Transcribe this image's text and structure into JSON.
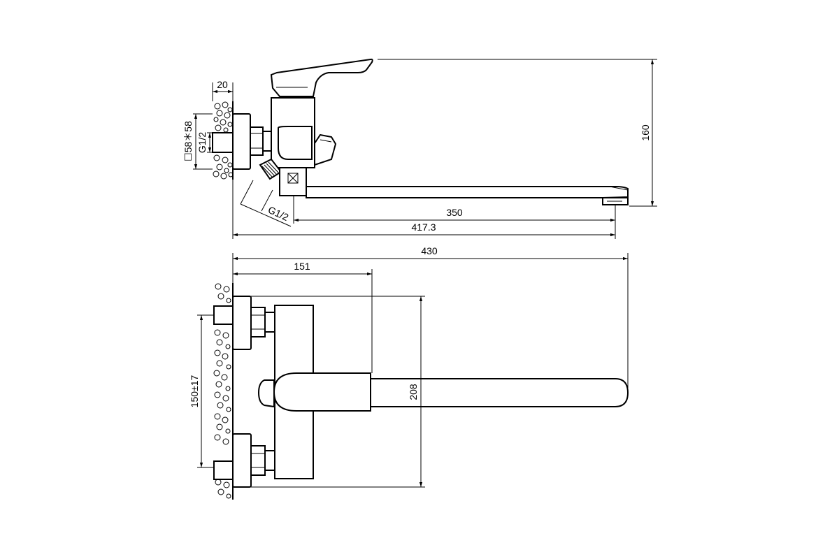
{
  "side_view": {
    "flange_width": "20",
    "flange_size": "☐58＊58",
    "inlet_thread": "G1/2",
    "outlet_thread": "G1/2",
    "spout_reach": "350",
    "total_reach": "417.3",
    "height": "160"
  },
  "top_view": {
    "overall_length": "430",
    "body_offset": "151",
    "depth": "208",
    "center_distance": "150±17"
  }
}
